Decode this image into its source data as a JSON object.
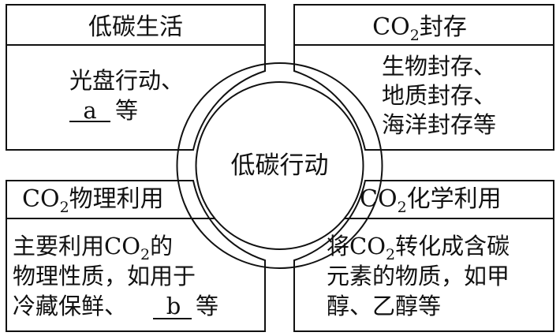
{
  "center": {
    "label": "低碳行动"
  },
  "top_left": {
    "title": "低碳生活",
    "lines": [
      "光盘行动、",
      "等"
    ],
    "blank": "a"
  },
  "top_right": {
    "title_prefix": "CO",
    "title_sub": "2",
    "title_suffix": "封存",
    "lines": [
      "生物封存、",
      "地质封存、",
      "海洋封存等"
    ]
  },
  "bottom_left": {
    "title_prefix": "CO",
    "title_sub": "2",
    "title_suffix": "物理利用",
    "line1_prefix": "主要利用CO",
    "line1_sub": "2",
    "line1_suffix": "的",
    "line2": "物理性质，如用于",
    "line3_prefix": "冷藏保鲜、",
    "blank": "b",
    "line3_suffix": "等"
  },
  "bottom_right": {
    "title_prefix": "CO",
    "title_sub": "2",
    "title_suffix": "化学利用",
    "line1_prefix": "将CO",
    "line1_sub": "2",
    "line1_suffix": "转化成含碳",
    "line2": "元素的物质，如甲",
    "line3": "醇、乙醇等"
  }
}
